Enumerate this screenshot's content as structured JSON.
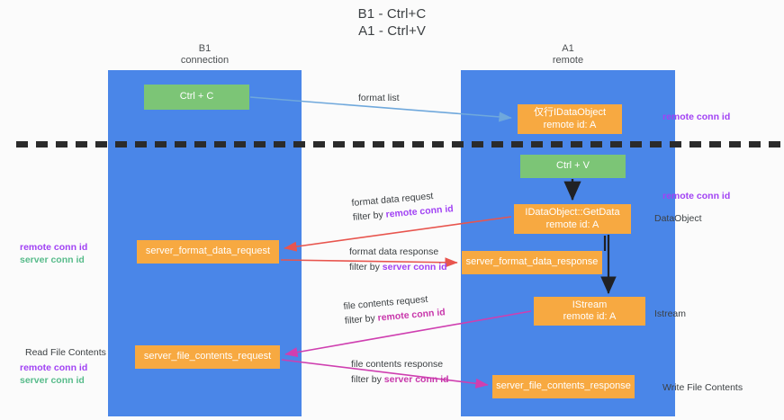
{
  "title": {
    "line1": "B1 - Ctrl+C",
    "line2": "A1 - Ctrl+V"
  },
  "columns": [
    {
      "name": "B1",
      "sub": "connection"
    },
    {
      "name": "A1",
      "sub": "remote"
    }
  ],
  "nodes": {
    "ctrl_c": {
      "label": "Ctrl + C",
      "color": "#7cc576"
    },
    "data_object": {
      "label": "仅行IDataObject",
      "sub": "remote id: A",
      "color": "#f7a941"
    },
    "ctrl_v": {
      "label": "Ctrl + V",
      "color": "#7cc576"
    },
    "get_data": {
      "label": "IDataObject::GetData",
      "sub": "remote id: A",
      "color": "#f7a941"
    },
    "server_format_data_request": {
      "label": "server_format_data_request",
      "color": "#f7a941"
    },
    "server_format_data_response": {
      "label": "server_format_data_response",
      "color": "#f7a941"
    },
    "istream": {
      "label": "IStream",
      "sub": "remote id: A",
      "color": "#f7a941"
    },
    "server_file_contents_request": {
      "label": "server_file_contents_request",
      "color": "#f7a941"
    },
    "server_file_contents_response": {
      "label": "server_file_contents_response",
      "color": "#f7a941"
    }
  },
  "edge_labels": {
    "format_list": "format list",
    "format_data_request": "format data request",
    "format_data_request_filter_prefix": "filter by ",
    "format_data_request_filter_key": "remote conn id",
    "format_data_response": "format data response",
    "format_data_response_filter_prefix": "filter by ",
    "format_data_response_filter_key": "server conn id",
    "file_contents_request": "file contents request",
    "file_contents_request_filter_prefix": "filter by ",
    "file_contents_request_filter_key": "remote conn id",
    "file_contents_response": "file contents response",
    "file_contents_response_filter_prefix": "filter by ",
    "file_contents_response_filter_key": "server conn id"
  },
  "right_labels": {
    "remote_conn_id_top": "remote conn id",
    "remote_conn_id_mid": "remote conn id",
    "data_object": "DataObject",
    "istream": "Istream",
    "write_file_contents": "Write File Contents"
  },
  "left_labels": {
    "remote_conn_id_1": "remote conn id",
    "server_conn_id_1": "server conn id",
    "read_file_contents": "Read File Contents",
    "remote_conn_id_2": "remote conn id",
    "server_conn_id_2": "server conn id"
  },
  "colors": {
    "lane": "#4a86e8",
    "node_green": "#7cc576",
    "node_orange": "#f7a941",
    "accent_purple": "#a142f4",
    "accent_green": "#57bb8a",
    "accent_magenta": "#c837ab",
    "arrow_red": "#e8554e",
    "arrow_blue": "#6fa8dc",
    "arrow_magenta": "#cf3fb0",
    "arrow_black": "#202124",
    "divider": "#2b2b2b",
    "background": "#fbfbfb"
  }
}
